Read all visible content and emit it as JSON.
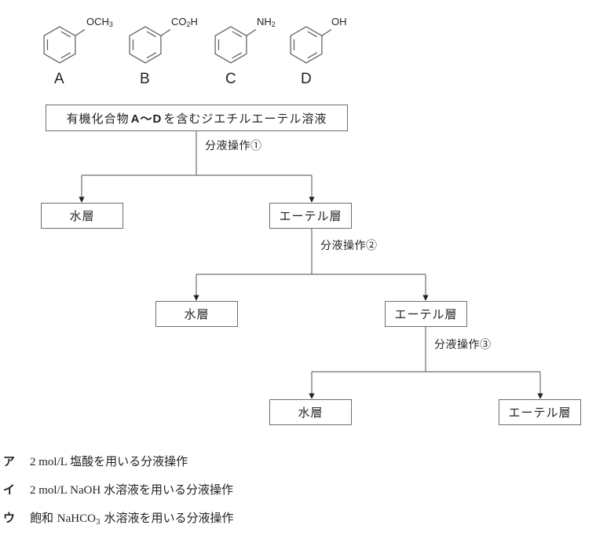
{
  "compounds": [
    {
      "id": "A",
      "substituent": "OCH",
      "sub_suffix": "3",
      "name": "anisole"
    },
    {
      "id": "B",
      "substituent": "CO",
      "sub_suffix": "2",
      "tail": "H",
      "name": "benzoic-acid"
    },
    {
      "id": "C",
      "substituent": "NH",
      "sub_suffix": "2",
      "name": "aniline"
    },
    {
      "id": "D",
      "substituent": "OH",
      "name": "phenol"
    }
  ],
  "flowchart": {
    "start": {
      "prefix": "有機化合物",
      "range": "A～D",
      "suffix": "を含むジエチルエーテル溶液"
    },
    "operations": [
      "分液操作①",
      "分液操作②",
      "分液操作③"
    ],
    "water_layer": "水層",
    "ether_layer": "エーテル層"
  },
  "options": [
    {
      "mark": "ア",
      "parts": [
        {
          "t": "2 mol/L ",
          "latin": true
        },
        {
          "t": "塩酸を用いる分液操作"
        }
      ]
    },
    {
      "mark": "イ",
      "parts": [
        {
          "t": "2 mol/L NaOH ",
          "latin": true
        },
        {
          "t": "水溶液を用いる分液操作"
        }
      ]
    },
    {
      "mark": "ウ",
      "parts": [
        {
          "t": "飽和 "
        },
        {
          "t": "NaHCO",
          "latin": true
        },
        {
          "t": "3",
          "sub": true
        },
        {
          "t": " 水溶液を用いる分液操作"
        }
      ]
    }
  ]
}
